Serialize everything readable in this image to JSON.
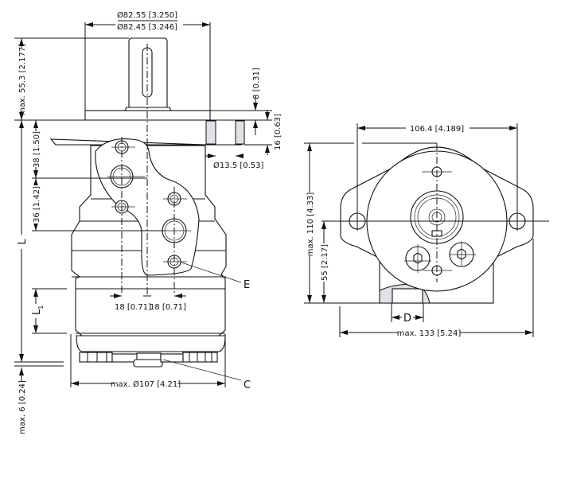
{
  "side_view": {
    "pilot_dia_max": "Ø82.55 [3.250]",
    "pilot_dia_min": "Ø82.45 [3.246]",
    "shaft_length": "max. 55.3 [2.177]",
    "pilot_height": "8 [0.31]",
    "flange_thickness": "16 [0.63]",
    "bolt_hole_dia": "Ø13.5 [0.53]",
    "port_offset_1": "38 [1.50]",
    "port_offset_2": "36 [1.42]",
    "length_label": "L",
    "length1_label": "L",
    "length1_sub": "1",
    "port_spacing_left": "18 [0.71]",
    "port_spacing_right": "18 [0.71]",
    "body_dia": "max. Ø107 [4.21]",
    "bottom_max": "max. 6 [0.24]",
    "callout_e": "E",
    "callout_c": "C"
  },
  "front_view": {
    "bolt_spacing": "106.4 [4.189]",
    "height_max": "max. 110 [4.33]",
    "center_height": "55 [2.17]",
    "drain_label": "D",
    "width_max": "max. 133 [5.24]"
  }
}
